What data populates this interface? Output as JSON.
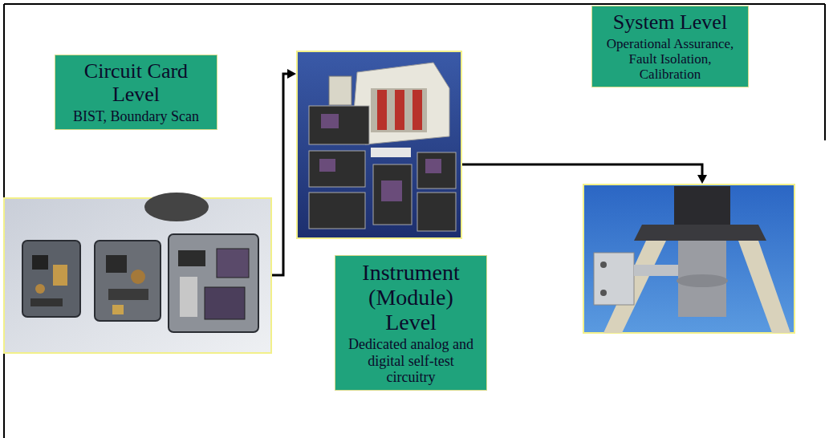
{
  "diagram": {
    "nodes": [
      {
        "text": [
          "Circuit Card Level",
          "BIST, Boundary Scan"
        ]
      },
      {
        "text": [
          "System Level",
          "Operational Assurance, Fault Isolation, Calibration"
        ]
      },
      {
        "text": [
          "Instrument (Module) Level",
          "Dedicated analog and digital self-test circuitry"
        ]
      }
    ]
  }
}
